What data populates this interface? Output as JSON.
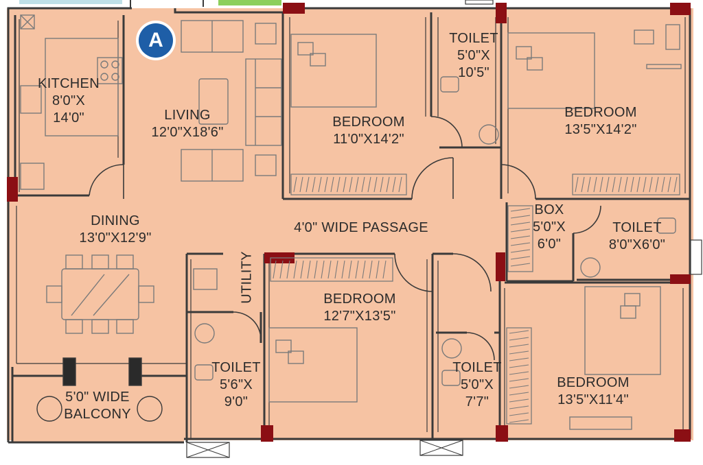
{
  "unit_marker": "A",
  "rooms": {
    "kitchen": {
      "name": "KITCHEN",
      "size1": "8'0\"X",
      "size2": "14'0\""
    },
    "living": {
      "name": "LIVING",
      "size": "12'0\"X18'6\""
    },
    "bedroom_top_left": {
      "name": "BEDROOM",
      "size": "11'0\"X14'2\""
    },
    "toilet_top": {
      "name": "TOILET",
      "size1": "5'0\"X",
      "size2": "10'5\""
    },
    "bedroom_top_right": {
      "name": "BEDROOM",
      "size": "13'5\"X14'2\""
    },
    "dining": {
      "name": "DINING",
      "size": "13'0\"X12'9\""
    },
    "passage": {
      "name": "4'0\" WIDE PASSAGE"
    },
    "box": {
      "name": "BOX",
      "size1": "5'0\"X",
      "size2": "6'0\""
    },
    "toilet_right": {
      "name": "TOILET",
      "size": "8'0\"X6'0\""
    },
    "utility": {
      "name": "UTILITY"
    },
    "bedroom_center": {
      "name": "BEDROOM",
      "size": "12'7\"X13'5\""
    },
    "toilet_bottom_left": {
      "name": "TOILET",
      "size1": "5'6\"X",
      "size2": "9'0\""
    },
    "toilet_bottom_mid": {
      "name": "TOILET",
      "size1": "5'0\"X",
      "size2": "7'7\""
    },
    "bedroom_bottom_right": {
      "name": "BEDROOM",
      "size": "13'5\"X11'4\""
    },
    "balcony": {
      "name1": "5'0\" WIDE",
      "name2": "BALCONY"
    }
  },
  "colors": {
    "floor": "#f6c3a3",
    "wall": "#3a3a3a",
    "column": "#8b0f14",
    "furniture": "#7a7a7a",
    "marker": "#1e5ea7"
  }
}
